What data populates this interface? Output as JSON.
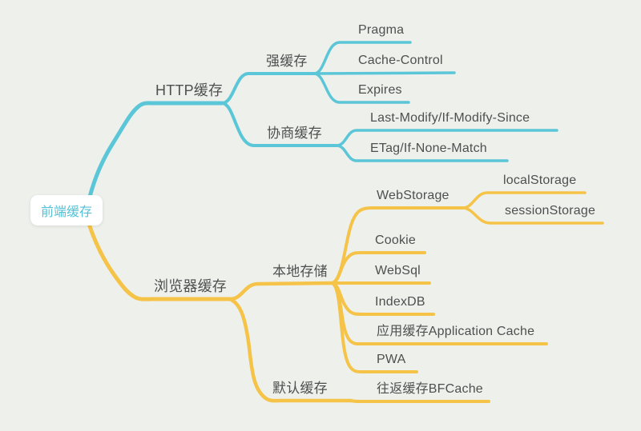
{
  "colors": {
    "background": "#eef0ec",
    "cyan_branch": "#5bc6d7",
    "yellow_branch": "#f5c348",
    "node_text": "#4f4f4f",
    "root_text": "#54c1d6",
    "root_background": "#ffffff"
  },
  "mindmap": {
    "root": {
      "id": "root",
      "label": "前端缓存"
    },
    "nodes": [
      {
        "id": "http",
        "parent": "root",
        "branch": "cyan",
        "label": "HTTP缓存"
      },
      {
        "id": "strong",
        "parent": "http",
        "branch": "cyan",
        "label": "强缓存"
      },
      {
        "id": "pragma",
        "parent": "strong",
        "branch": "cyan",
        "label": "Pragma"
      },
      {
        "id": "cache_control",
        "parent": "strong",
        "branch": "cyan",
        "label": "Cache-Control"
      },
      {
        "id": "expires",
        "parent": "strong",
        "branch": "cyan",
        "label": "Expires"
      },
      {
        "id": "negotiate",
        "parent": "http",
        "branch": "cyan",
        "label": "协商缓存"
      },
      {
        "id": "last_modify",
        "parent": "negotiate",
        "branch": "cyan",
        "label": "Last-Modify/If-Modify-Since"
      },
      {
        "id": "etag",
        "parent": "negotiate",
        "branch": "cyan",
        "label": "ETag/If-None-Match"
      },
      {
        "id": "browser",
        "parent": "root",
        "branch": "yellow",
        "label": "浏览器缓存"
      },
      {
        "id": "local",
        "parent": "browser",
        "branch": "yellow",
        "label": "本地存储"
      },
      {
        "id": "webstorage",
        "parent": "local",
        "branch": "yellow",
        "label": "WebStorage"
      },
      {
        "id": "localstorage",
        "parent": "webstorage",
        "branch": "yellow",
        "label": "localStorage"
      },
      {
        "id": "sessionstorage",
        "parent": "webstorage",
        "branch": "yellow",
        "label": "sessionStorage"
      },
      {
        "id": "cookie",
        "parent": "local",
        "branch": "yellow",
        "label": "Cookie"
      },
      {
        "id": "websql",
        "parent": "local",
        "branch": "yellow",
        "label": "WebSql"
      },
      {
        "id": "indexdb",
        "parent": "local",
        "branch": "yellow",
        "label": "IndexDB"
      },
      {
        "id": "appcache",
        "parent": "local",
        "branch": "yellow",
        "label": "应用缓存Application Cache"
      },
      {
        "id": "pwa",
        "parent": "local",
        "branch": "yellow",
        "label": "PWA"
      },
      {
        "id": "default_cache",
        "parent": "browser",
        "branch": "yellow",
        "label": "默认缓存"
      },
      {
        "id": "bfcache",
        "parent": "default_cache",
        "branch": "yellow",
        "label": "往返缓存BFCache"
      }
    ]
  }
}
